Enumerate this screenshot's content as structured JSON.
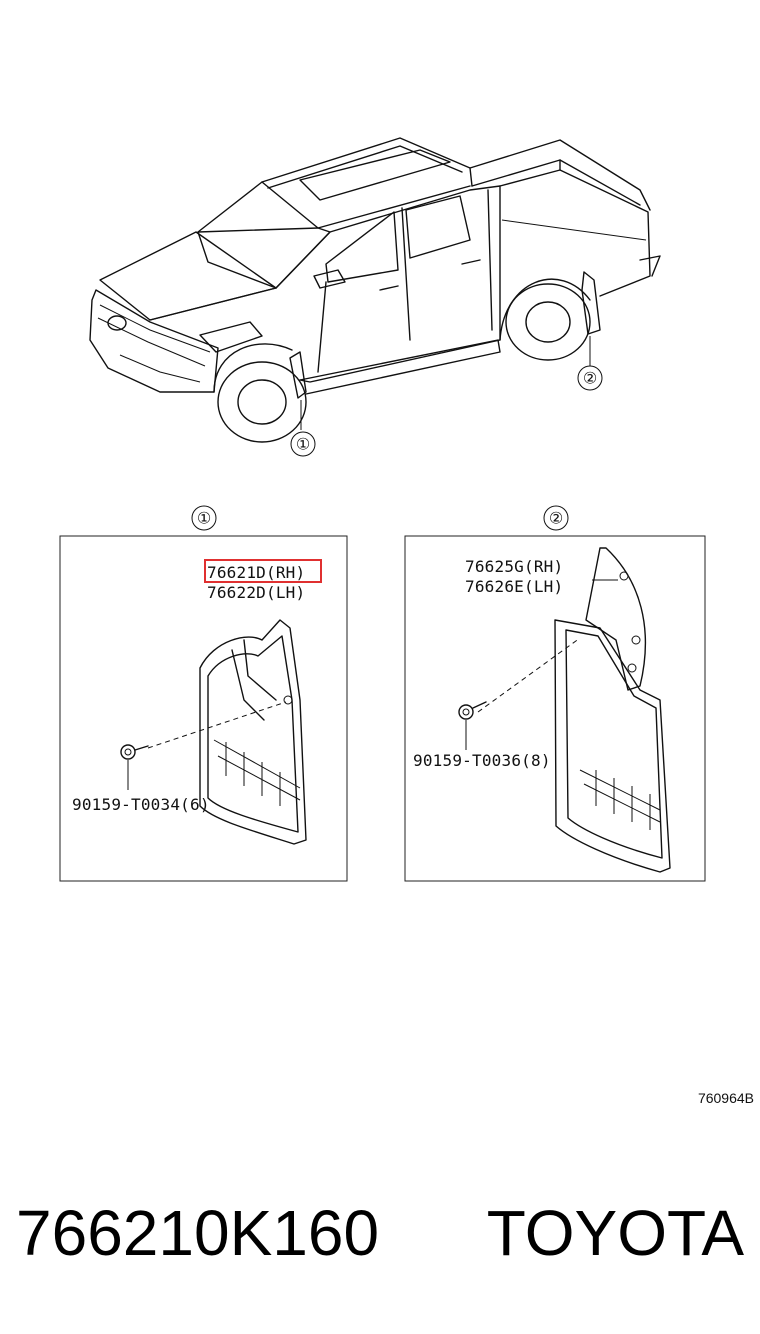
{
  "diagram": {
    "callout_1": "①",
    "callout_2": "②",
    "panel_1": {
      "callout": "①",
      "part_rh": "76621D(RH)",
      "part_lh": "76622D(LH)",
      "bolt": "90159-T0034(6)"
    },
    "panel_2": {
      "callout": "②",
      "part_rh": "76625G(RH)",
      "part_lh": "76626E(LH)",
      "bolt": "90159-T0036(8)"
    },
    "figure_ref": "760964B",
    "highlight_color": "#e03030"
  },
  "footer": {
    "part_number": "766210K160",
    "brand": "TOYOTA"
  }
}
